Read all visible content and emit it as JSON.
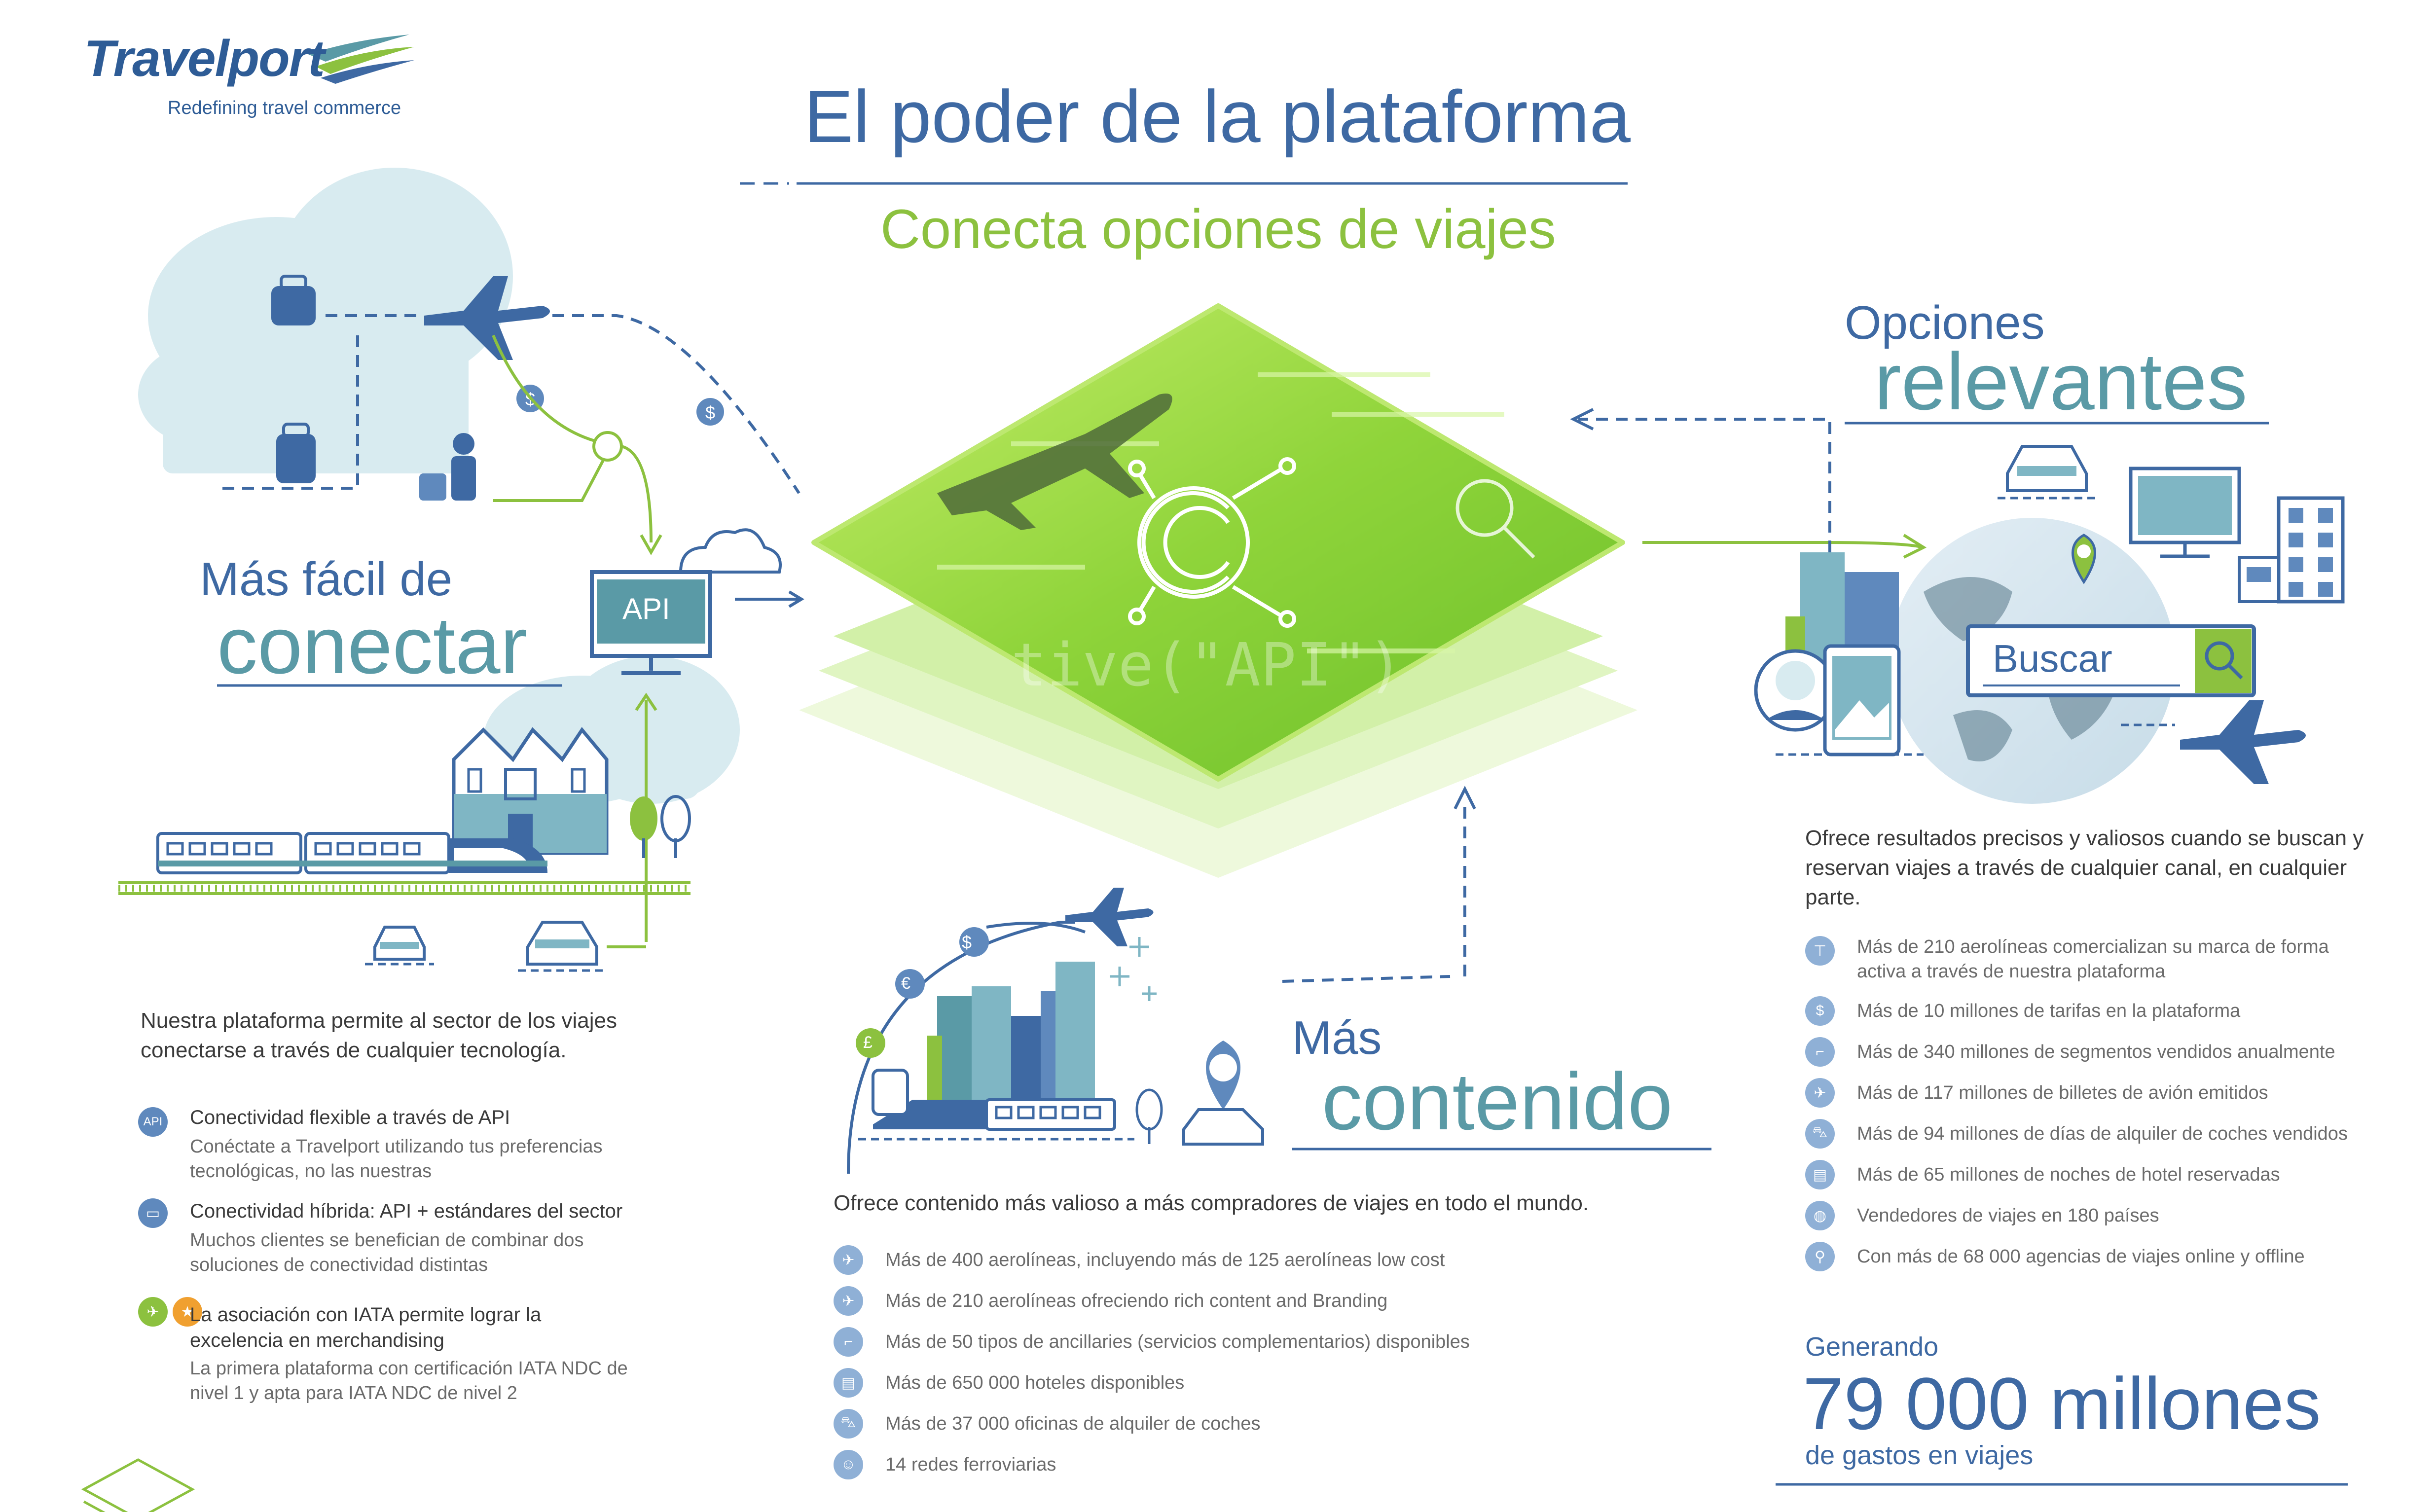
{
  "brand": {
    "name": "Travelport",
    "tagline": "Redefining travel commerce",
    "colors": {
      "blue": "#3e69a3",
      "teal": "#5a9aa6",
      "green": "#8cc13f",
      "lightblue": "#cfe3ec"
    }
  },
  "header": {
    "title": "El poder de la plataforma",
    "subtitle": "Conecta opciones de viajes"
  },
  "center": {
    "code_text": "tive(\"API\")",
    "icons": [
      "airplane-icon",
      "circuit-logo-icon",
      "magnifier-icon"
    ]
  },
  "left": {
    "heading_small": "Más fácil de",
    "heading_big": "conectar",
    "api_label": "API",
    "lead": "Nuestra plataforma permite al sector de los viajes conectarse a través de cualquier tecnología.",
    "items": [
      {
        "icon": "API",
        "title": "Conectividad flexible a través de API",
        "text": "Conéctate a Travelport utilizando tus preferencias tecnológicas, no las nuestras"
      },
      {
        "icon": "hybrid-icon",
        "title": "Conectividad híbrida: API + estándares del sector",
        "text": "Muchos clientes se benefician de combinar dos soluciones de conectividad distintas"
      },
      {
        "icon": "iata-badge-icon",
        "title": "La asociación con IATA permite lograr la excelencia en merchandising",
        "text": "La primera plataforma con certificación IATA NDC de nivel 1 y apta para IATA NDC de nivel 2"
      }
    ]
  },
  "middle": {
    "heading_small": "Más",
    "heading_big": "contenido",
    "currency_icons": [
      "$",
      "€",
      "£"
    ],
    "lead": "Ofrece contenido más valioso a más compradores de viajes en todo el mundo.",
    "stats": [
      {
        "icon": "airplane-icon",
        "text": "Más de 400 aerolíneas, incluyendo más de 125 aerolíneas low cost"
      },
      {
        "icon": "airplane-icon",
        "text": "Más de 210 aerolíneas ofreciendo rich content and Branding"
      },
      {
        "icon": "seat-icon",
        "text": "Más de 50 tipos de ancillaries (servicios complementarios) disponibles"
      },
      {
        "icon": "hotel-icon",
        "text": "Más de 650 000 hoteles disponibles"
      },
      {
        "icon": "car-icon",
        "text": "Más de 37 000 oficinas de alquiler de coches"
      },
      {
        "icon": "train-icon",
        "text": "14 redes ferroviarias"
      }
    ]
  },
  "right": {
    "heading_small": "Opciones",
    "heading_big": "relevantes",
    "search_label": "Buscar",
    "lead": "Ofrece resultados precisos y valiosos cuando se buscan y reservan viajes a través de cualquier canal, en cualquier parte.",
    "stats": [
      {
        "icon": "tag-icon",
        "text": "Más de 210 aerolíneas comercializan su marca de forma activa a través de nuestra plataforma"
      },
      {
        "icon": "$",
        "text": "Más de 10 millones de tarifas en la plataforma"
      },
      {
        "icon": "seat-icon",
        "text": "Más de 340 millones de segmentos vendidos anualmente"
      },
      {
        "icon": "airplane-icon",
        "text": "Más de 117 millones de billetes de avión emitidos"
      },
      {
        "icon": "car-icon",
        "text": "Más de 94 millones de días de alquiler de coches vendidos"
      },
      {
        "icon": "hotel-icon",
        "text": "Más de 65 millones de noches de hotel reservadas"
      },
      {
        "icon": "globe-icon",
        "text": "Vendedores de viajes en 180 países"
      },
      {
        "icon": "location-pin-icon",
        "text": "Con más de 68 000 agencias de viajes online y offline"
      }
    ],
    "generating_label": "Generando",
    "generating_value": "79 000 millones",
    "generating_tail": "de gastos en viajes"
  }
}
